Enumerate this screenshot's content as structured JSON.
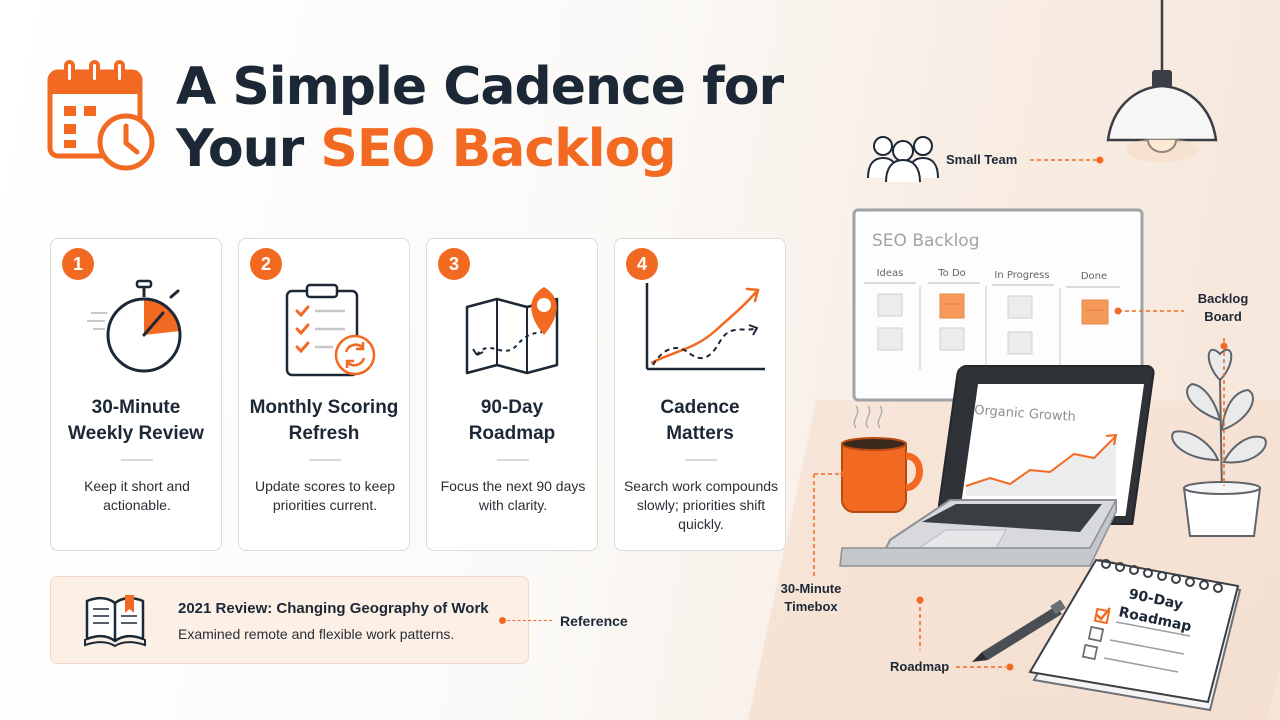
{
  "title": {
    "line1": "A Simple Cadence for",
    "line2_plain": "Your ",
    "line2_accent": "SEO Backlog"
  },
  "cards": [
    {
      "number": "1",
      "title": "30-Minute\nWeekly Review",
      "desc": "Keep it short and\nactionable."
    },
    {
      "number": "2",
      "title": "Monthly Scoring\nRefresh",
      "desc": "Update scores to keep\npriorities current."
    },
    {
      "number": "3",
      "title": "90-Day\nRoadmap",
      "desc": "Focus the next 90 days\nwith clarity."
    },
    {
      "number": "4",
      "title": "Cadence\nMatters",
      "desc": "Search work compounds\nslowly; priorities shift\nquickly."
    }
  ],
  "reference": {
    "title": "2021 Review: Changing Geography of Work",
    "subtitle": "Examined remote and flexible work patterns.",
    "label": "Reference"
  },
  "scene": {
    "small_team": "Small Team",
    "backlog_board": "Backlog\nBoard",
    "timebox": "30-Minute\nTimebox",
    "roadmap": "Roadmap",
    "board": {
      "title": "SEO Backlog",
      "columns": [
        "Ideas",
        "To Do",
        "In Progress",
        "Done"
      ]
    },
    "laptop_chart_title": "Organic Growth",
    "notebook_title": "90-Day\nRoadmap"
  },
  "colors": {
    "accent": "#f26a21",
    "text": "#1d2836"
  },
  "icons": [
    "calendar-clock-icon",
    "stopwatch-icon",
    "clipboard-refresh-icon",
    "map-pin-icon",
    "growth-chart-icon",
    "open-book-icon",
    "team-icon",
    "pendant-lamp-icon"
  ]
}
